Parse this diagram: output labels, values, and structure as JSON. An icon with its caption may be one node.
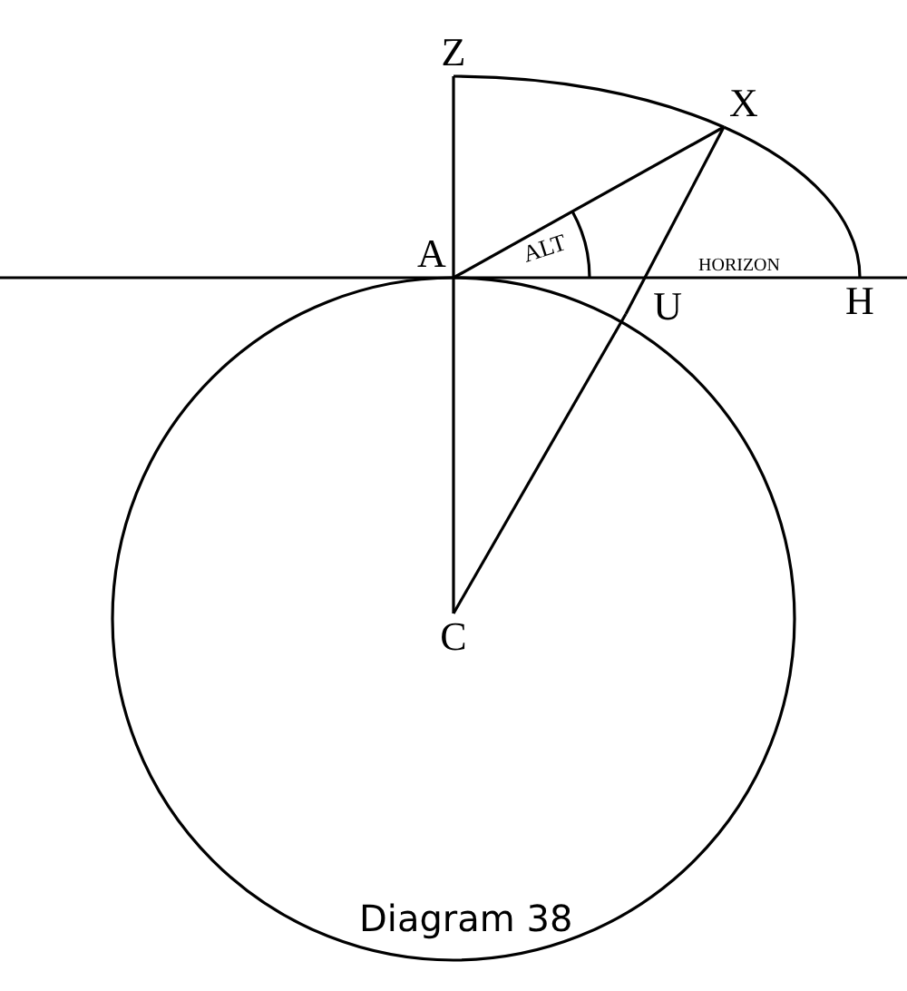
{
  "diagram": {
    "caption": "Diagram 38",
    "nodes": [
      {
        "text": [
          "Z"
        ]
      },
      {
        "text": [
          "X"
        ]
      },
      {
        "text": [
          "A"
        ]
      },
      {
        "text": [
          "U"
        ]
      },
      {
        "text": [
          "H"
        ]
      },
      {
        "text": [
          "C"
        ]
      }
    ],
    "edges": [
      {
        "from": 0,
        "to": 2,
        "arrow": "none"
      },
      {
        "from": 2,
        "to": 5,
        "arrow": "none"
      },
      {
        "from": 2,
        "to": 1,
        "arrow": "none"
      },
      {
        "from": 5,
        "to": 3,
        "arrow": "none"
      },
      {
        "from": 3,
        "to": 1,
        "arrow": "none"
      },
      {
        "from": 0,
        "to": 1,
        "arrow": "none"
      },
      {
        "from": 1,
        "to": 4,
        "arrow": "none"
      }
    ],
    "labels": [
      "ALT",
      "HORIZON"
    ]
  }
}
